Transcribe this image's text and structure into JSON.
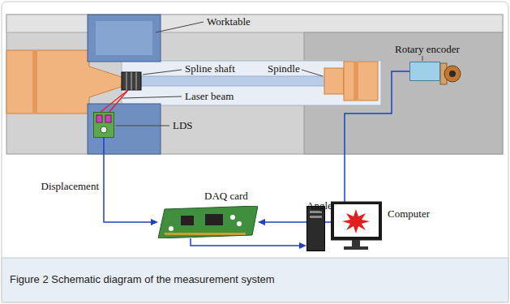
{
  "diagram": {
    "caption": "Figure 2 Schematic diagram of the measurement system",
    "nodes": [
      {
        "text": [
          "LDS"
        ]
      },
      {
        "text": [
          "Rotary encoder"
        ]
      },
      {
        "text": [
          "DAQ card"
        ]
      },
      {
        "text": [
          "Computer"
        ]
      }
    ],
    "edges": [
      {
        "from": 0,
        "to": 2,
        "arrow": "to",
        "label": "Displacement"
      },
      {
        "from": 1,
        "to": 2,
        "arrow": "to",
        "label": "Angle"
      },
      {
        "from": 2,
        "to": 3,
        "arrow": "to"
      }
    ],
    "labels": [
      "Worktable",
      "Spline shaft",
      "Spindle",
      "Laser beam"
    ]
  }
}
